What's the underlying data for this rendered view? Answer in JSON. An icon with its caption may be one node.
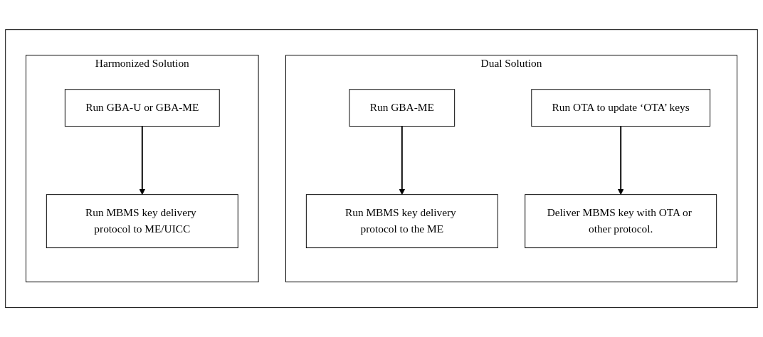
{
  "diagram": {
    "nodes": [
      {
        "text": [],
        "shape": "box"
      },
      {
        "text": [
          "Harmonized Solution"
        ],
        "in": 0
      },
      {
        "text": [
          "Run GBA-U or GBA-ME"
        ],
        "in": 1
      },
      {
        "text": [
          "Run MBMS key delivery protocol to ME/UICC"
        ],
        "in": 1
      },
      {
        "text": [
          "Dual Solution"
        ],
        "in": 0
      },
      {
        "text": [
          "Run GBA-ME"
        ],
        "in": 4
      },
      {
        "text": [
          "Run OTA to update ‘OTA’ keys"
        ],
        "in": 4
      },
      {
        "text": [
          "Run MBMS key delivery protocol to the ME"
        ],
        "in": 4
      },
      {
        "text": [
          "Deliver MBMS key with OTA or other protocol."
        ],
        "in": 4
      }
    ],
    "edges": [
      {
        "from": 2,
        "to": 3,
        "arrow": "to"
      },
      {
        "from": 5,
        "to": 7,
        "arrow": "to"
      },
      {
        "from": 6,
        "to": 8,
        "arrow": "to"
      }
    ]
  }
}
